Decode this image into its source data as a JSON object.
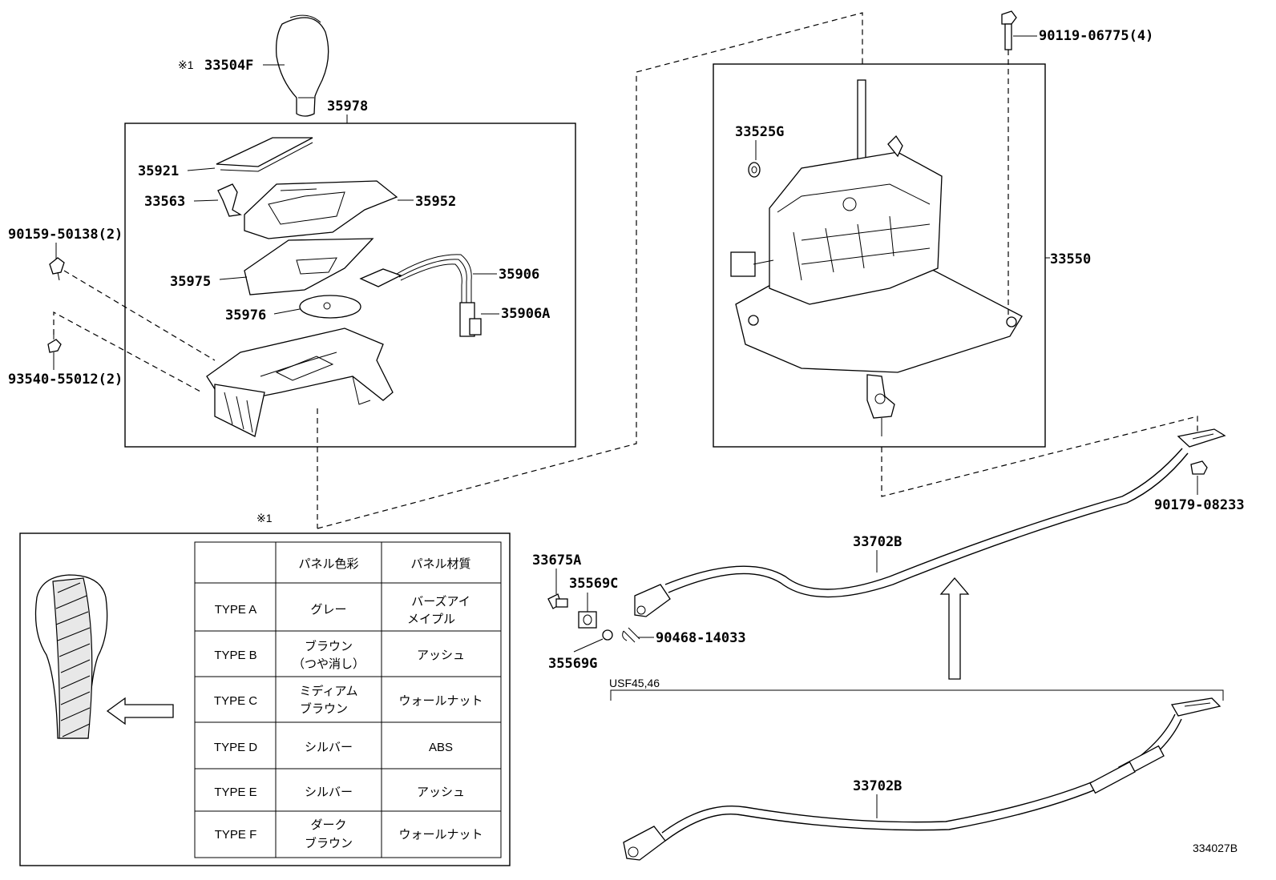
{
  "callout_mark": "※1",
  "parts": {
    "p33504F": "33504F",
    "p35978": "35978",
    "p35921": "35921",
    "p33563": "33563",
    "p35952": "35952",
    "p90159": "90159-50138(2)",
    "p35975": "35975",
    "p35906": "35906",
    "p35976": "35976",
    "p35906A": "35906A",
    "p93540": "93540-55012(2)",
    "p90119": "90119-06775(4)",
    "p33525G": "33525G",
    "p33550": "33550",
    "p90179": "90179-08233",
    "p33675A": "33675A",
    "p35569C": "35569C",
    "p33702B_top": "33702B",
    "p90468": "90468-14033",
    "p35569G": "35569G",
    "p33702B_bottom": "33702B"
  },
  "variant_label": "USF45,46",
  "figure_code": "334027B",
  "table": {
    "headers": [
      "",
      "パネル色彩",
      "パネル材質"
    ],
    "rows": [
      {
        "type": "TYPE A",
        "color": [
          "グレー"
        ],
        "material": [
          "バーズアイ",
          "メイプル"
        ]
      },
      {
        "type": "TYPE B",
        "color": [
          "ブラウン",
          "（つや消し）"
        ],
        "material": [
          "アッシュ"
        ]
      },
      {
        "type": "TYPE C",
        "color": [
          "ミディアム",
          "ブラウン"
        ],
        "material": [
          "ウォールナット"
        ]
      },
      {
        "type": "TYPE D",
        "color": [
          "シルバー"
        ],
        "material": [
          "ABS"
        ]
      },
      {
        "type": "TYPE E",
        "color": [
          "シルバー"
        ],
        "material": [
          "アッシュ"
        ]
      },
      {
        "type": "TYPE F",
        "color": [
          "ダーク",
          "ブラウン"
        ],
        "material": [
          "ウォールナット"
        ]
      }
    ]
  }
}
